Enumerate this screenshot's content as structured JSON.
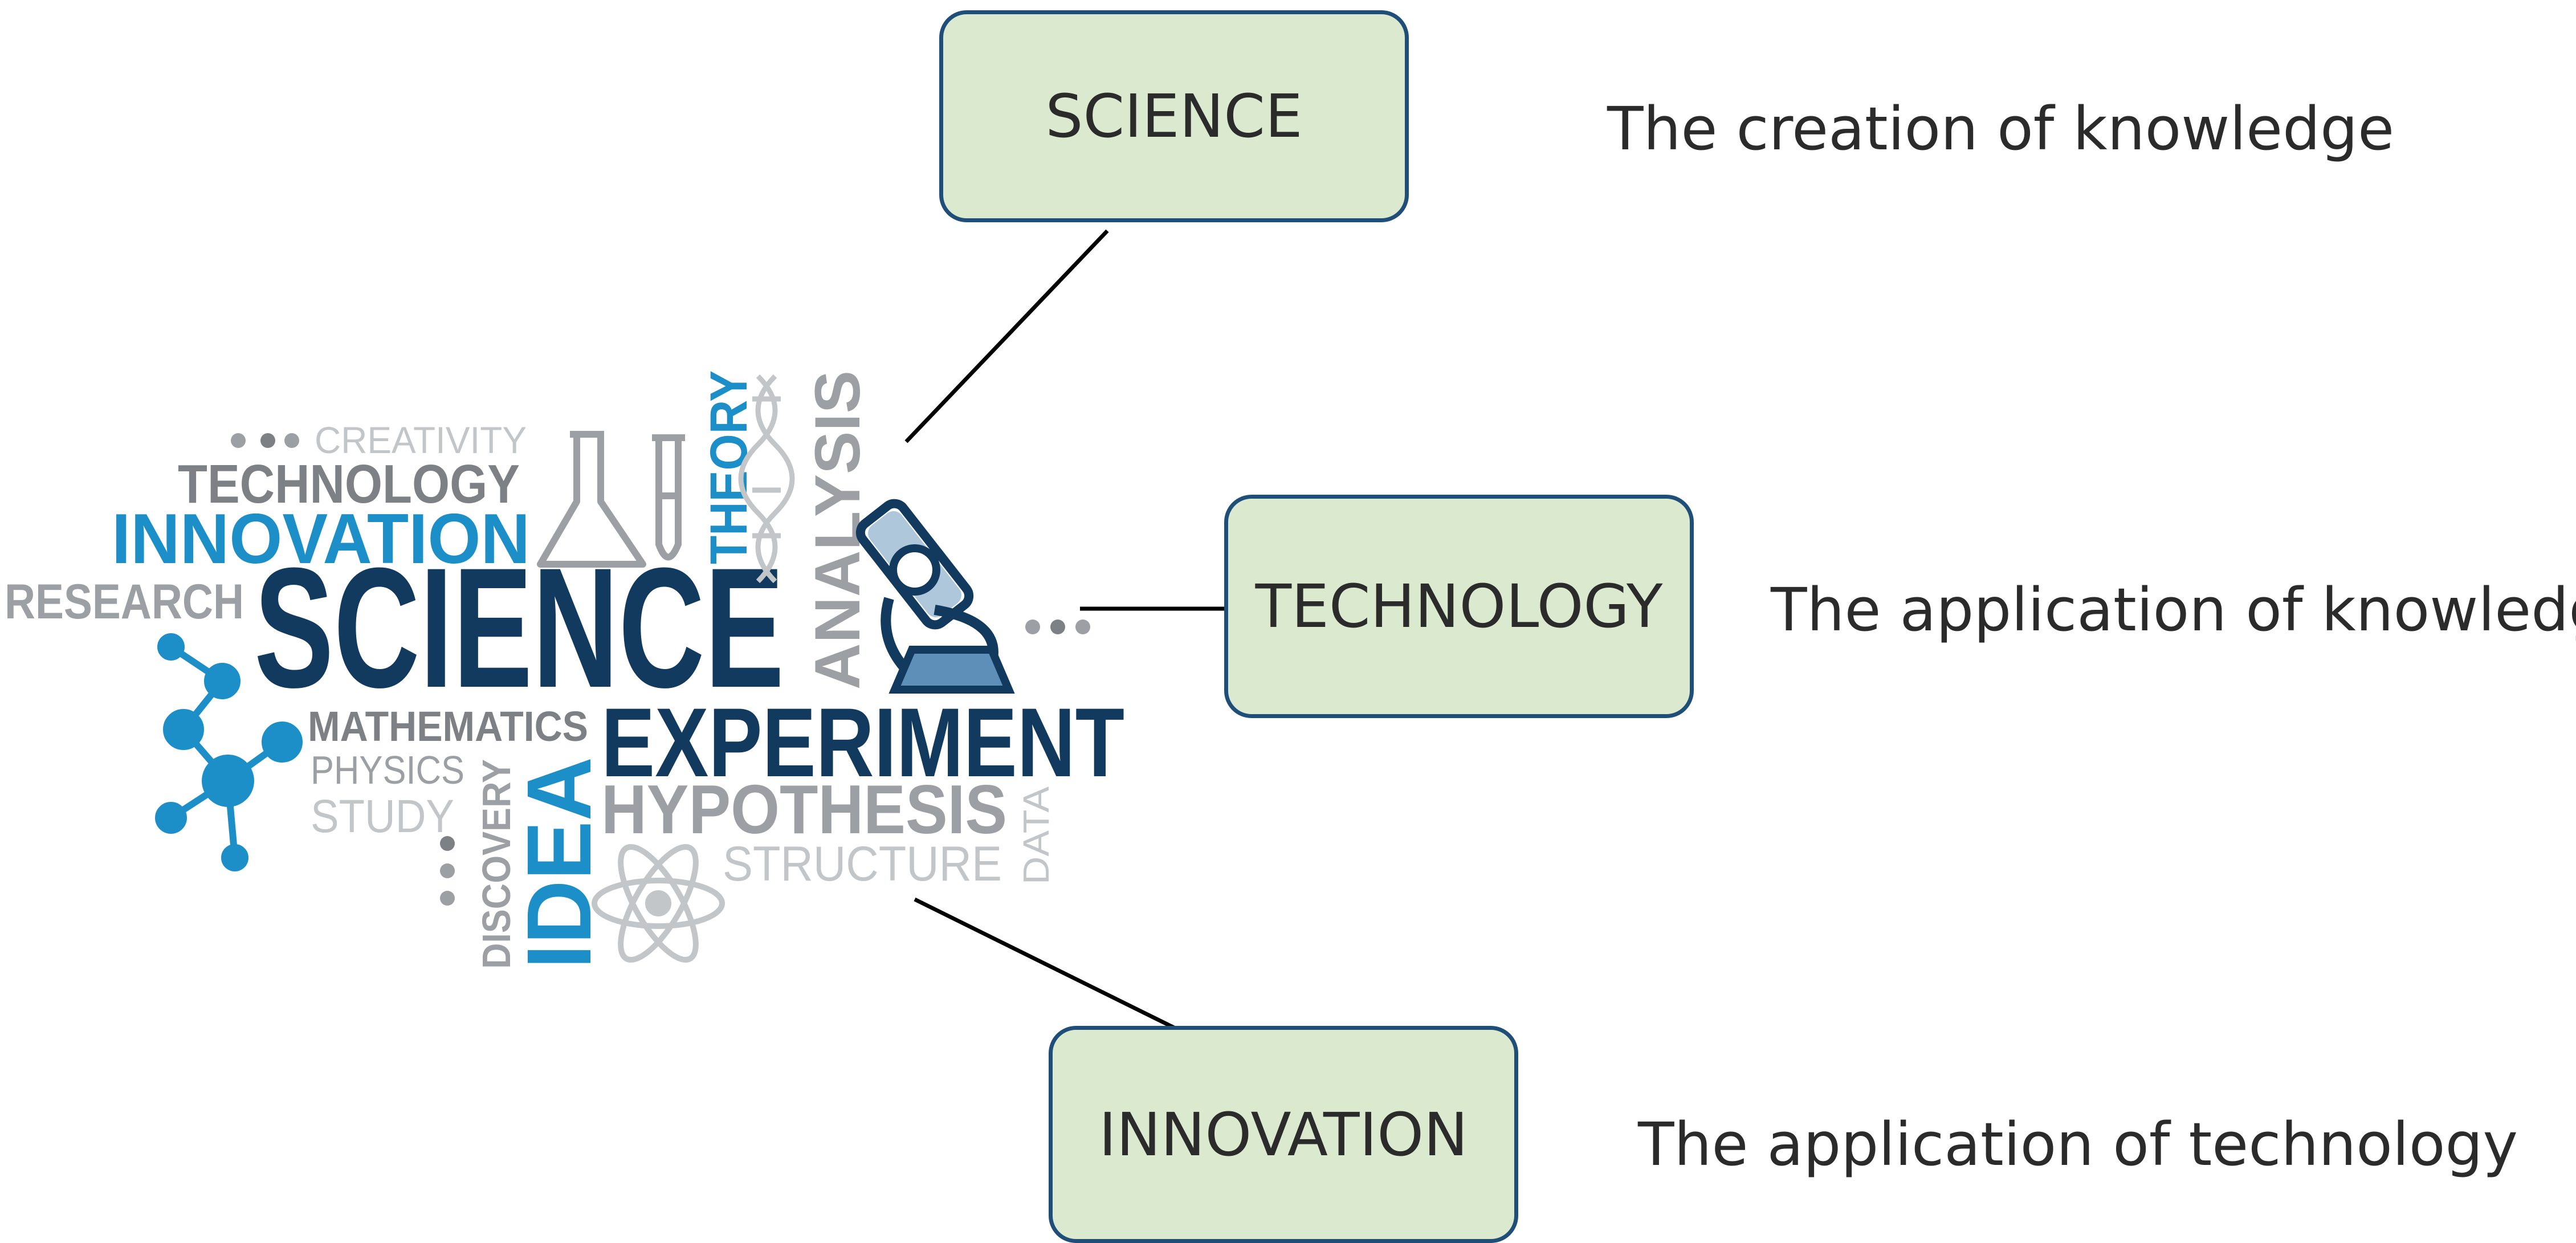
{
  "word_cloud": {
    "words": {
      "creativity": "CREATIVITY",
      "technology": "TECHNOLOGY",
      "innovation": "INNOVATION",
      "research": "RESEARCH",
      "science": "SCIENCE",
      "theory": "THEORY",
      "analysis": "ANALYSIS",
      "mathematics": "MATHEMATICS",
      "physics": "PHYSICS",
      "study": "STUDY",
      "discovery": "DISCOVERY",
      "idea": "IDEA",
      "experiment": "EXPERIMENT",
      "hypothesis": "HYPOTHESIS",
      "structure": "STRUCTURE",
      "data": "DATA"
    },
    "icons": [
      "flask-icon",
      "test-tube-icon",
      "dna-icon",
      "microscope-icon",
      "molecule-icon",
      "atom-icon",
      "dots-icon"
    ],
    "colors": {
      "navy": "#12395e",
      "blue": "#1c8fc9",
      "gray": "#9c9fa3",
      "light_gray": "#c3c6c9"
    }
  },
  "concepts": [
    {
      "label": "SCIENCE",
      "description": "The creation of knowledge"
    },
    {
      "label": "TECHNOLOGY",
      "description": "The application of knowledge"
    },
    {
      "label": "INNOVATION",
      "description": "The application of technology"
    }
  ],
  "colors": {
    "box_fill": "#dbeacf",
    "box_border": "#1f4e79",
    "text": "#2b2b2b",
    "connector": "#000000"
  }
}
